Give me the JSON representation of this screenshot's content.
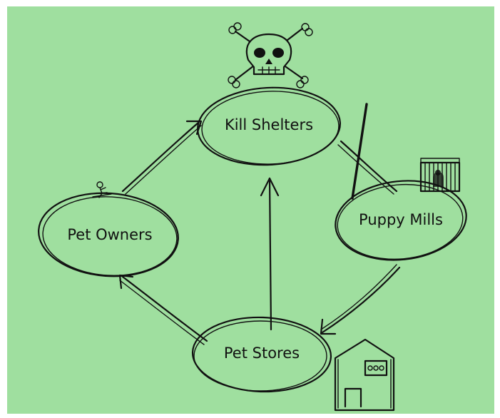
{
  "colors": {
    "paper": "#9fdf9f",
    "ink": "#111111",
    "border": "#ffffff"
  },
  "nodes": {
    "kill_shelters": {
      "label": "Kill Shelters",
      "icon": "skull-crossbones-icon"
    },
    "puppy_mills": {
      "label": "Puppy Mills",
      "icon": "dog-cage-icon"
    },
    "pet_stores": {
      "label": "Pet Stores",
      "icon": "store-building-icon"
    },
    "pet_owners": {
      "label": "Pet Owners",
      "icon": "person-icon"
    }
  },
  "edges": [
    {
      "from": "puppy_mills",
      "to": "pet_stores"
    },
    {
      "from": "pet_stores",
      "to": "pet_owners"
    },
    {
      "from": "pet_stores",
      "to": "kill_shelters"
    },
    {
      "from": "pet_owners",
      "to": "kill_shelters"
    },
    {
      "from": "puppy_mills",
      "to": "kill_shelters",
      "crossed_out": true
    }
  ]
}
